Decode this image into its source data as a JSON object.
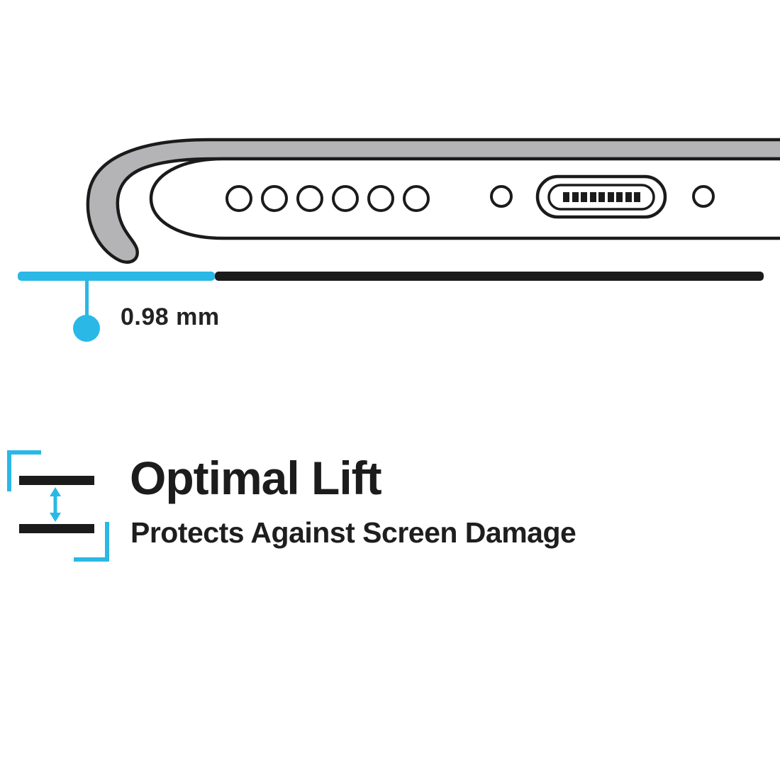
{
  "colors": {
    "accent_cyan": "#2ab8e6",
    "ink": "#1b1b1b",
    "case_gray": "#b4b4b6",
    "background": "#ffffff"
  },
  "diagram": {
    "subject": "phone-bottom-edge-in-case",
    "measurement_label": "0.98 mm"
  },
  "feature": {
    "title": "Optimal Lift",
    "subtitle": "Protects Against Screen Damage"
  },
  "icons": {
    "lift_gap_icon": "double-headed-arrow-between-surfaces-icon"
  }
}
